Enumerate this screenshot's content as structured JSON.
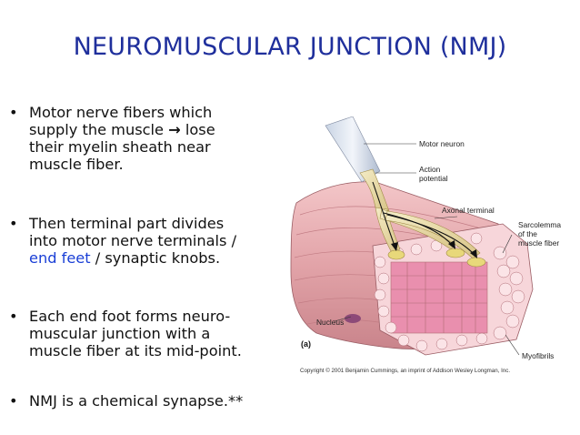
{
  "slide": {
    "title": "NEUROMUSCULAR JUNCTION (NMJ)",
    "bullets": [
      {
        "line1": "Motor nerve fibers which",
        "line2a": "supply the muscle ",
        "arrow": "→",
        "line2b": " lose",
        "line3": "their myelin sheath near",
        "line4": "muscle fiber."
      },
      {
        "line1": "Then terminal part divides",
        "line2": "into motor nerve terminals /",
        "link": "end feet",
        "line3b": " / synaptic knobs."
      },
      {
        "line1": "Each end foot forms neuro-",
        "line2": "muscular junction with a",
        "line3": "muscle fiber at its mid-point."
      },
      {
        "line1": "NMJ is a chemical synapse.**"
      }
    ],
    "bullet_glyph": "•"
  },
  "figure": {
    "labels": {
      "motor_neuron": "Motor neuron",
      "action": "Action",
      "potential": "potential",
      "axonal_terminal": "Axonal terminal",
      "sarcolemma1": "Sarcolemma",
      "sarcolemma2": "of the",
      "sarcolemma3": "muscle fiber",
      "nucleus": "Nucleus",
      "panel": "(a)",
      "myofibrils": "Myofibrils"
    },
    "copyright": "Copyright © 2001 Benjamin Cummings, an imprint of Addison Wesley Longman, Inc."
  },
  "colors": {
    "title": "#1f2f9c",
    "link": "#1a3fd6",
    "muscle": "#e2a3a8",
    "nerve": "#e8d9a8"
  }
}
